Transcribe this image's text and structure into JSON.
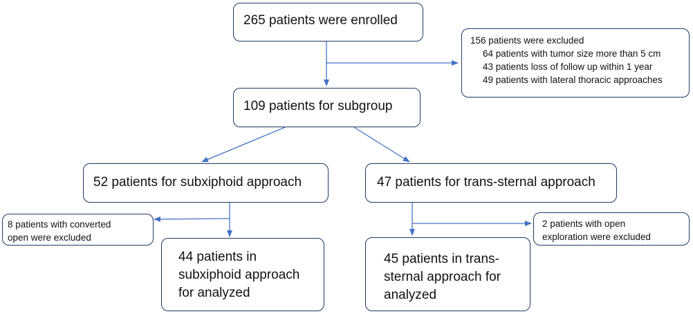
{
  "nodes": {
    "enrolled": "265 patients were enrolled",
    "excluded": {
      "title": "156 patients were excluded",
      "items": [
        "64 patients with tumor size more than 5 cm",
        "43 patients loss of follow up within 1 year",
        "49 patients with lateral thoracic approaches"
      ]
    },
    "subgroup": "109 patients for subgroup",
    "subxiphoid": "52 patients for subxiphoid approach",
    "transsternal": "47 patients for trans-sternal approach",
    "converted_excluded": [
      "8 patients with converted",
      "open were excluded"
    ],
    "open_excluded": [
      "2 patients with open",
      "exploration were excluded"
    ],
    "subxiphoid_analyzed": [
      "44 patients in",
      "subxiphoid approach",
      "for analyzed"
    ],
    "transsternal_analyzed": [
      "45 patients in trans-",
      "sternal approach for",
      "analyzed"
    ]
  },
  "colors": {
    "border": "#1f3864",
    "arrow": "#4472c4"
  }
}
